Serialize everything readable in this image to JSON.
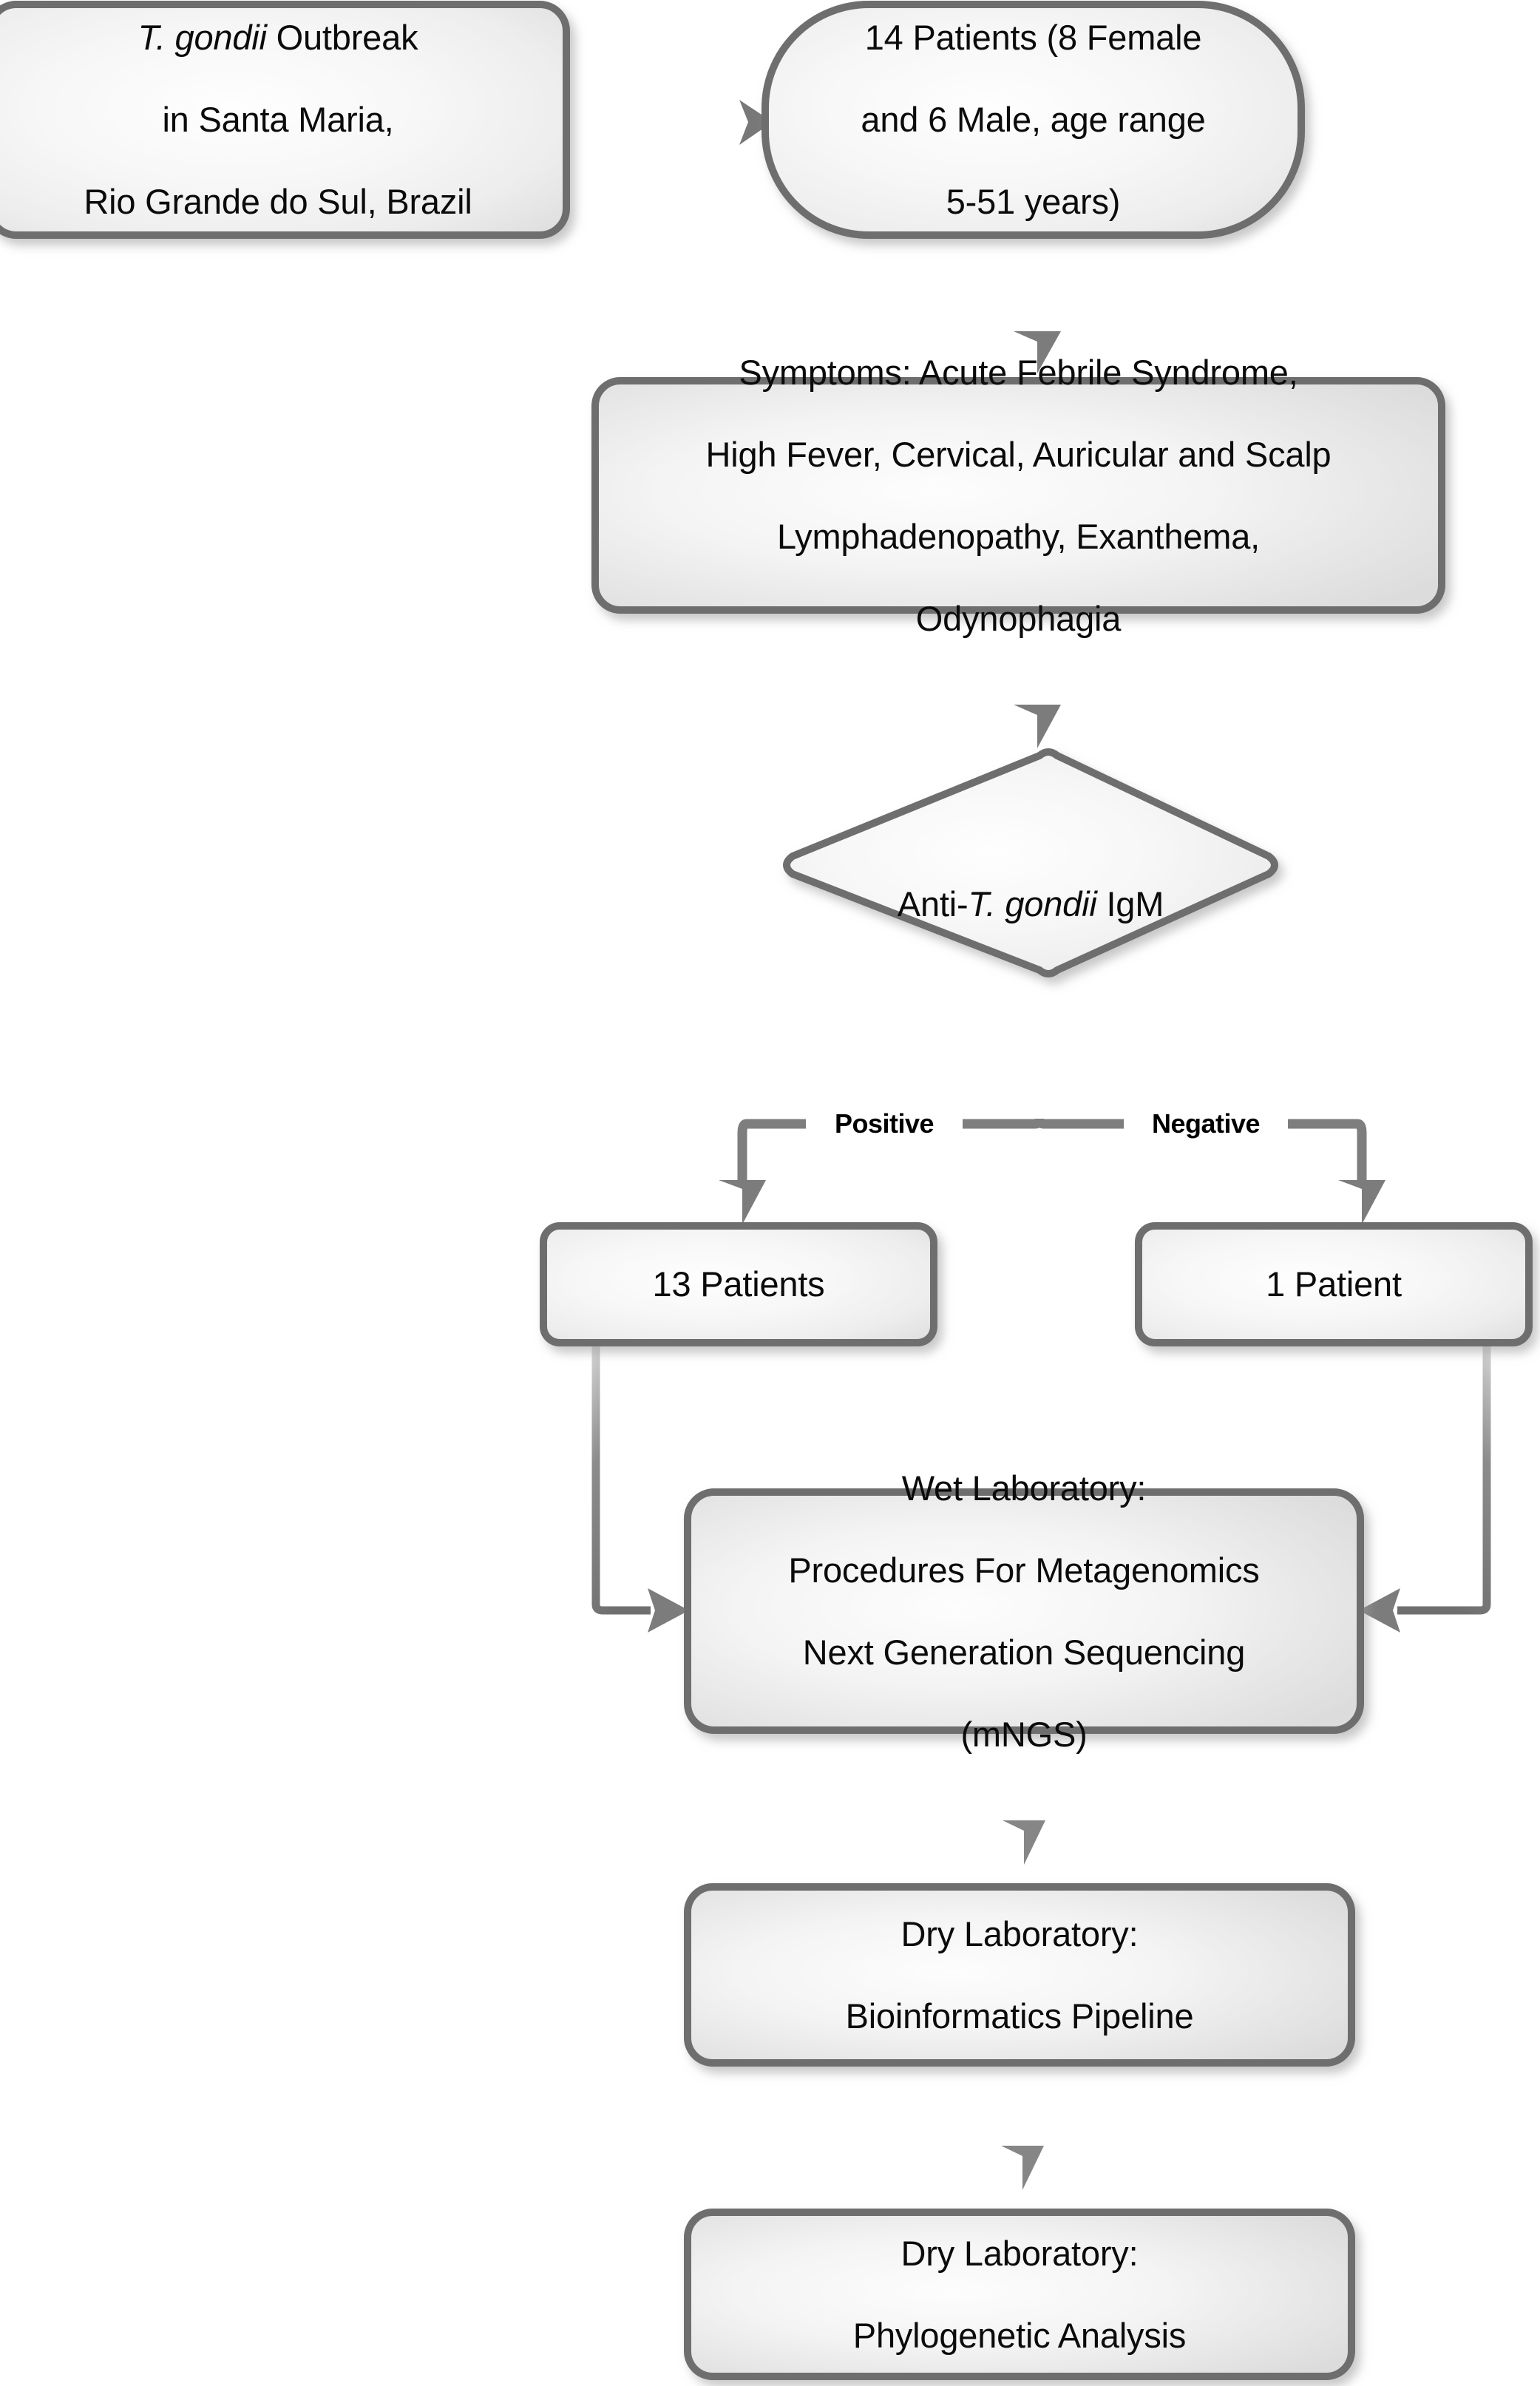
{
  "diagram": {
    "title": "T. gondii Outbreak Investigation Workflow",
    "type": "flowchart",
    "theme": {
      "node_fill_light": "#fdfdfd",
      "node_fill_edge": "#e2e2e2",
      "node_border": "#6e6e6e",
      "connector": "#7a7a7a",
      "text": "#0b0b0b",
      "background": "#ffffff"
    },
    "nodes": [
      {
        "id": "outbreak",
        "shape": "rounded-rect",
        "text_lines": [
          "T. gondii Outbreak",
          "in Santa Maria,",
          "Rio Grande do Sul, Brazil"
        ],
        "italic_prefix": "T. gondii"
      },
      {
        "id": "patients",
        "shape": "stadium",
        "text_lines": [
          "14 Patients (8 Female",
          "and 6 Male, age range",
          "5-51 years)"
        ]
      },
      {
        "id": "symptoms",
        "shape": "rounded-rect",
        "text_lines": [
          "Symptoms: Acute Febrile Syndrome,",
          "High Fever, Cervical, Auricular and Scalp",
          "Lymphadenopathy, Exanthema,",
          "Odynophagia"
        ]
      },
      {
        "id": "igm",
        "shape": "diamond",
        "text": "Anti-T. gondii IgM",
        "text_prefix": "Anti-",
        "text_italic": "T. gondii",
        "text_suffix": " IgM"
      },
      {
        "id": "positive_group",
        "shape": "rounded-rect",
        "text_lines": [
          "13 Patients"
        ]
      },
      {
        "id": "negative_group",
        "shape": "rounded-rect",
        "text_lines": [
          "1 Patient"
        ]
      },
      {
        "id": "wetlab",
        "shape": "rounded-rect",
        "text_lines": [
          "Wet Laboratory:",
          "Procedures For Metagenomics",
          "Next Generation Sequencing",
          "(mNGS)"
        ]
      },
      {
        "id": "drylab_bioinfo",
        "shape": "rounded-rect",
        "text_lines": [
          "Dry Laboratory:",
          "Bioinformatics Pipeline"
        ]
      },
      {
        "id": "drylab_phylo",
        "shape": "rounded-rect",
        "text_lines": [
          "Dry Laboratory:",
          "Phylogenetic Analysis"
        ]
      }
    ],
    "edges": [
      {
        "from": "outbreak",
        "to": "patients",
        "label": ""
      },
      {
        "from": "patients",
        "to": "symptoms",
        "label": ""
      },
      {
        "from": "symptoms",
        "to": "igm",
        "label": ""
      },
      {
        "from": "igm",
        "to": "positive_group",
        "label": "Positive"
      },
      {
        "from": "igm",
        "to": "negative_group",
        "label": "Negative"
      },
      {
        "from": "positive_group",
        "to": "wetlab",
        "label": ""
      },
      {
        "from": "negative_group",
        "to": "wetlab",
        "label": ""
      },
      {
        "from": "wetlab",
        "to": "drylab_bioinfo",
        "label": ""
      },
      {
        "from": "drylab_bioinfo",
        "to": "drylab_phylo",
        "label": ""
      }
    ],
    "labels": {
      "outbreak_l1_italic": "T. gondii",
      "outbreak_l1_rest": " Outbreak",
      "outbreak_l2": "in Santa Maria,",
      "outbreak_l3": "Rio Grande do Sul, Brazil",
      "patients_l1": "14 Patients (8 Female",
      "patients_l2": "and 6 Male, age range",
      "patients_l3": "5-51 years)",
      "symptoms_l1": "Symptoms: Acute Febrile Syndrome,",
      "symptoms_l2": "High Fever, Cervical, Auricular and Scalp",
      "symptoms_l3": "Lymphadenopathy, Exanthema,",
      "symptoms_l4": "Odynophagia",
      "igm_prefix": "Anti-",
      "igm_italic": "T. gondii",
      "igm_suffix": " IgM",
      "branch_positive": "Positive",
      "branch_negative": "Negative",
      "positive_group": "13 Patients",
      "negative_group": "1 Patient",
      "wetlab_l1": "Wet Laboratory:",
      "wetlab_l2": "Procedures For Metagenomics",
      "wetlab_l3": "Next Generation Sequencing",
      "wetlab_l4": "(mNGS)",
      "drylab_bioinfo_l1": "Dry Laboratory:",
      "drylab_bioinfo_l2": "Bioinformatics Pipeline",
      "drylab_phylo_l1": "Dry Laboratory:",
      "drylab_phylo_l2": "Phylogenetic Analysis"
    }
  }
}
